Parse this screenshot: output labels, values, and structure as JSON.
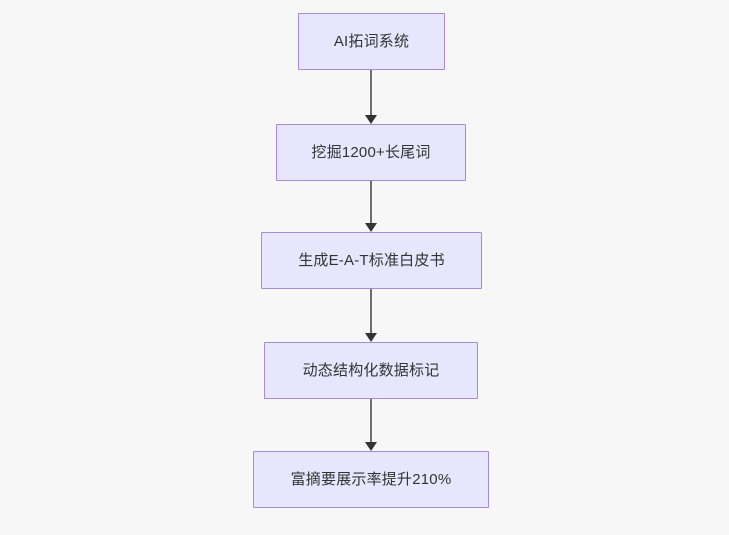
{
  "diagram": {
    "type": "flowchart",
    "orientation": "top-to-bottom",
    "background_color": "#f7f7f7",
    "node_fill_color": "#e8e6fc",
    "node_border_color": "#a78bda",
    "node_text_color": "#333333",
    "edge_color": "#6e6e6e",
    "arrowhead_color": "#333333",
    "nodes": [
      {
        "id": "n1",
        "label": "AI拓词系统"
      },
      {
        "id": "n2",
        "label": "挖掘1200+长尾词"
      },
      {
        "id": "n3",
        "label": "生成E-A-T标准白皮书"
      },
      {
        "id": "n4",
        "label": "动态结构化数据标记"
      },
      {
        "id": "n5",
        "label": "富摘要展示率提升210%"
      }
    ],
    "edges": [
      {
        "from": "n1",
        "to": "n2",
        "label": ""
      },
      {
        "from": "n2",
        "to": "n3",
        "label": ""
      },
      {
        "from": "n3",
        "to": "n4",
        "label": ""
      },
      {
        "from": "n4",
        "to": "n5",
        "label": ""
      }
    ]
  }
}
